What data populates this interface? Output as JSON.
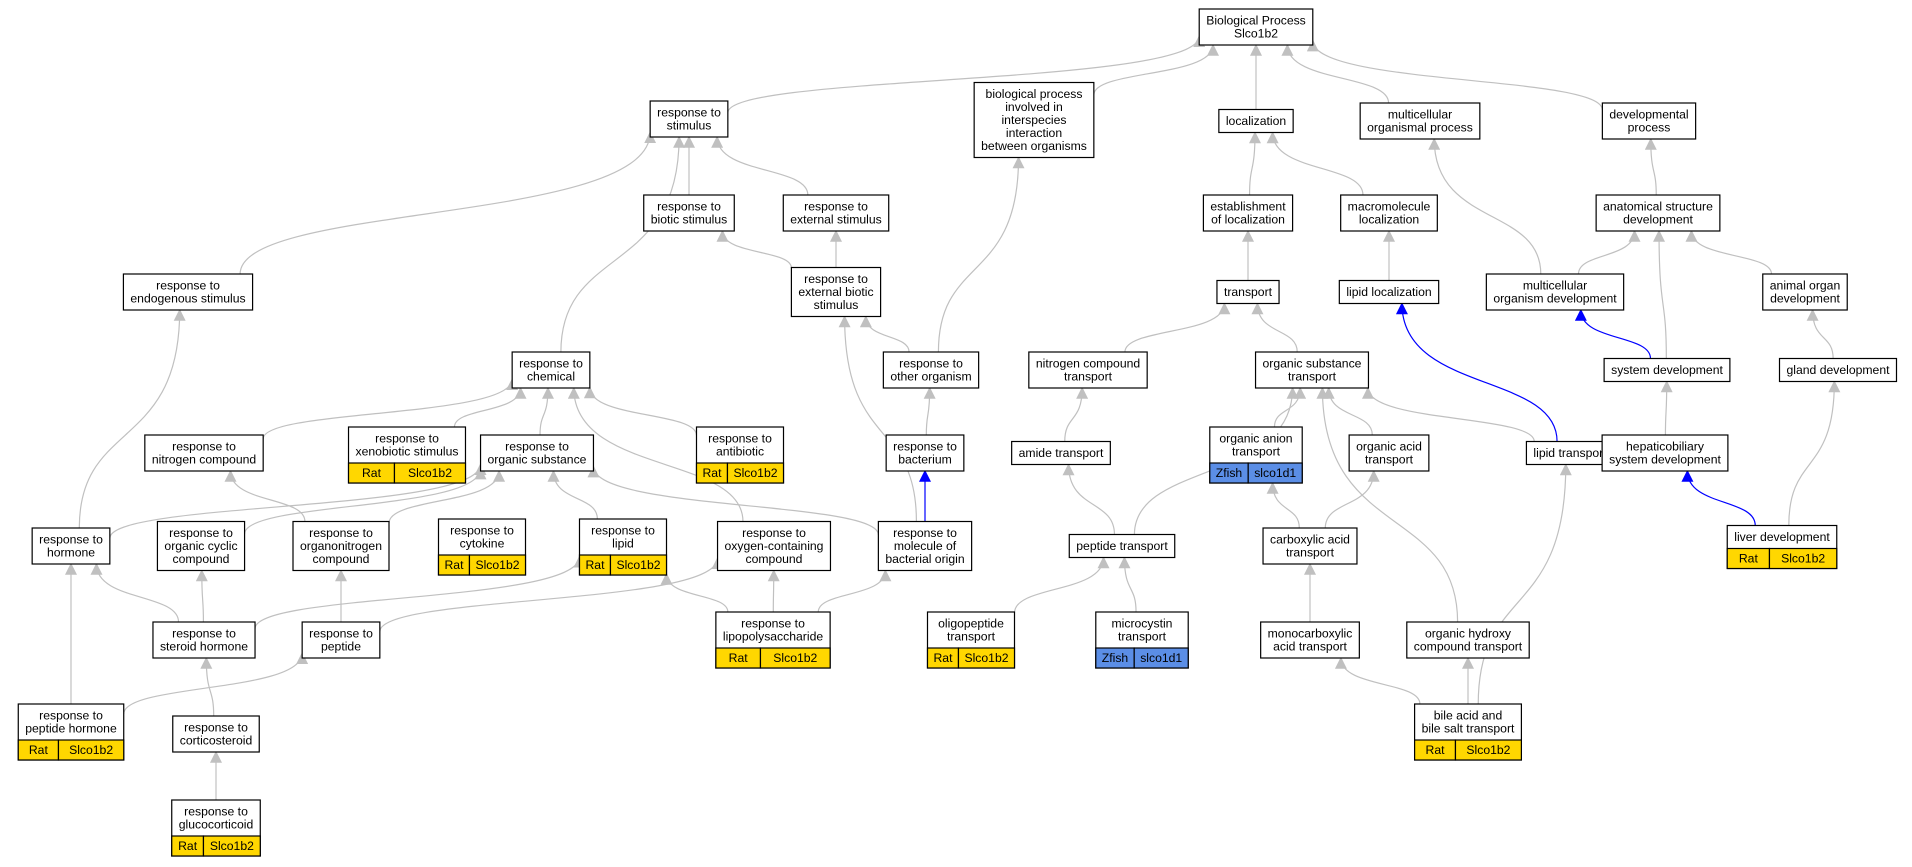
{
  "colors": {
    "edge_default": "#c0c0c0",
    "edge_highlight": "#0000ff",
    "badge_rat": "#ffd700",
    "badge_zfish": "#5b8ee6"
  },
  "nodes": [
    {
      "id": "bp",
      "lines": [
        "Biological Process",
        "Slco1b2"
      ]
    },
    {
      "id": "stim",
      "lines": [
        "response to",
        "stimulus"
      ]
    },
    {
      "id": "interspecies",
      "lines": [
        "biological process",
        "involved in",
        "interspecies",
        "interaction",
        "between organisms"
      ]
    },
    {
      "id": "localization",
      "lines": [
        "localization"
      ]
    },
    {
      "id": "multicell",
      "lines": [
        "multicellular",
        "organismal process"
      ]
    },
    {
      "id": "devproc",
      "lines": [
        "developmental",
        "process"
      ]
    },
    {
      "id": "biotic",
      "lines": [
        "response to",
        "biotic stimulus"
      ]
    },
    {
      "id": "external",
      "lines": [
        "response to",
        "external stimulus"
      ]
    },
    {
      "id": "estloc",
      "lines": [
        "establishment",
        "of localization"
      ]
    },
    {
      "id": "macroloc",
      "lines": [
        "macromolecule",
        "localization"
      ]
    },
    {
      "id": "anatdev",
      "lines": [
        "anatomical structure",
        "development"
      ]
    },
    {
      "id": "endo",
      "lines": [
        "response to",
        "endogenous stimulus"
      ]
    },
    {
      "id": "extbiotic",
      "lines": [
        "response to",
        "external biotic",
        "stimulus"
      ]
    },
    {
      "id": "transport",
      "lines": [
        "transport"
      ]
    },
    {
      "id": "lipidloc",
      "lines": [
        "lipid localization"
      ]
    },
    {
      "id": "multidev",
      "lines": [
        "multicellular",
        "organism development"
      ]
    },
    {
      "id": "animaldev",
      "lines": [
        "animal organ",
        "development"
      ]
    },
    {
      "id": "chemical",
      "lines": [
        "response to",
        "chemical"
      ]
    },
    {
      "id": "otherorg",
      "lines": [
        "response to",
        "other organism"
      ]
    },
    {
      "id": "nitrotrans",
      "lines": [
        "nitrogen compound",
        "transport"
      ]
    },
    {
      "id": "orgsubtrans",
      "lines": [
        "organic substance",
        "transport"
      ]
    },
    {
      "id": "sysdev",
      "lines": [
        "system development"
      ]
    },
    {
      "id": "glanddev",
      "lines": [
        "gland development"
      ]
    },
    {
      "id": "nitrocomp",
      "lines": [
        "response to",
        "nitrogen compound"
      ]
    },
    {
      "id": "xeno",
      "lines": [
        "response to",
        "xenobiotic stimulus"
      ],
      "badge": {
        "species": "Rat",
        "gene": "Slco1b2"
      }
    },
    {
      "id": "orgsub",
      "lines": [
        "response to",
        "organic substance"
      ]
    },
    {
      "id": "antibiotic",
      "lines": [
        "response to",
        "antibiotic"
      ],
      "badge": {
        "species": "Rat",
        "gene": "Slco1b2"
      }
    },
    {
      "id": "bacterium",
      "lines": [
        "response to",
        "bacterium"
      ]
    },
    {
      "id": "amide",
      "lines": [
        "amide transport"
      ]
    },
    {
      "id": "organion",
      "lines": [
        "organic anion",
        "transport"
      ],
      "badge": {
        "species": "Zfish",
        "gene": "slco1d1"
      }
    },
    {
      "id": "orgacid",
      "lines": [
        "organic acid",
        "transport"
      ]
    },
    {
      "id": "lipidtrans",
      "lines": [
        "lipid transport"
      ]
    },
    {
      "id": "hepato",
      "lines": [
        "hepaticobiliary",
        "system development"
      ]
    },
    {
      "id": "hormone",
      "lines": [
        "response to",
        "hormone"
      ]
    },
    {
      "id": "orgcyclic",
      "lines": [
        "response to",
        "organic cyclic",
        "compound"
      ]
    },
    {
      "id": "organonitro",
      "lines": [
        "response to",
        "organonitrogen",
        "compound"
      ]
    },
    {
      "id": "cytokine",
      "lines": [
        "response to",
        "cytokine"
      ],
      "badge": {
        "species": "Rat",
        "gene": "Slco1b2"
      }
    },
    {
      "id": "lipid",
      "lines": [
        "response to",
        "lipid"
      ],
      "badge": {
        "species": "Rat",
        "gene": "Slco1b2"
      }
    },
    {
      "id": "oxygen",
      "lines": [
        "response to",
        "oxygen-containing",
        "compound"
      ]
    },
    {
      "id": "bactorigin",
      "lines": [
        "response to",
        "molecule of",
        "bacterial origin"
      ]
    },
    {
      "id": "peptidetrans",
      "lines": [
        "peptide transport"
      ]
    },
    {
      "id": "carboxylic",
      "lines": [
        "carboxylic acid",
        "transport"
      ]
    },
    {
      "id": "liverdev",
      "lines": [
        "liver development"
      ],
      "badge": {
        "species": "Rat",
        "gene": "Slco1b2"
      }
    },
    {
      "id": "steroid",
      "lines": [
        "response to",
        "steroid hormone"
      ]
    },
    {
      "id": "peptide",
      "lines": [
        "response to",
        "peptide"
      ]
    },
    {
      "id": "lps",
      "lines": [
        "response to",
        "lipopolysaccharide"
      ],
      "badge": {
        "species": "Rat",
        "gene": "Slco1b2"
      }
    },
    {
      "id": "oligo",
      "lines": [
        "oligopeptide",
        "transport"
      ],
      "badge": {
        "species": "Rat",
        "gene": "Slco1b2"
      }
    },
    {
      "id": "microcystin",
      "lines": [
        "microcystin",
        "transport"
      ],
      "badge": {
        "species": "Zfish",
        "gene": "slco1d1"
      }
    },
    {
      "id": "monocarb",
      "lines": [
        "monocarboxylic",
        "acid transport"
      ]
    },
    {
      "id": "orghydroxy",
      "lines": [
        "organic hydroxy",
        "compound transport"
      ]
    },
    {
      "id": "peptidehorm",
      "lines": [
        "response to",
        "peptide hormone"
      ],
      "badge": {
        "species": "Rat",
        "gene": "Slco1b2"
      }
    },
    {
      "id": "cortico",
      "lines": [
        "response to",
        "corticosteroid"
      ]
    },
    {
      "id": "bileacid",
      "lines": [
        "bile acid and",
        "bile salt transport"
      ],
      "badge": {
        "species": "Rat",
        "gene": "Slco1b2"
      }
    },
    {
      "id": "gluco",
      "lines": [
        "response to",
        "glucocorticoid"
      ],
      "badge": {
        "species": "Rat",
        "gene": "Slco1b2"
      }
    }
  ],
  "edges": [
    {
      "from": "stim",
      "to": "bp"
    },
    {
      "from": "interspecies",
      "to": "bp"
    },
    {
      "from": "localization",
      "to": "bp"
    },
    {
      "from": "multicell",
      "to": "bp"
    },
    {
      "from": "devproc",
      "to": "bp"
    },
    {
      "from": "biotic",
      "to": "stim"
    },
    {
      "from": "external",
      "to": "stim"
    },
    {
      "from": "endo",
      "to": "stim"
    },
    {
      "from": "chemical",
      "to": "stim"
    },
    {
      "from": "extbiotic",
      "to": "biotic"
    },
    {
      "from": "extbiotic",
      "to": "external"
    },
    {
      "from": "otherorg",
      "to": "extbiotic"
    },
    {
      "from": "otherorg",
      "to": "interspecies"
    },
    {
      "from": "bacterium",
      "to": "otherorg"
    },
    {
      "from": "bactorigin",
      "to": "bacterium",
      "highlight": true
    },
    {
      "from": "bactorigin",
      "to": "extbiotic"
    },
    {
      "from": "bactorigin",
      "to": "orgsub"
    },
    {
      "from": "lps",
      "to": "bactorigin"
    },
    {
      "from": "lps",
      "to": "oxygen"
    },
    {
      "from": "lps",
      "to": "lipid"
    },
    {
      "from": "estloc",
      "to": "localization"
    },
    {
      "from": "macroloc",
      "to": "localization"
    },
    {
      "from": "transport",
      "to": "estloc"
    },
    {
      "from": "lipidloc",
      "to": "macroloc"
    },
    {
      "from": "nitrotrans",
      "to": "transport"
    },
    {
      "from": "orgsubtrans",
      "to": "transport"
    },
    {
      "from": "amide",
      "to": "nitrotrans"
    },
    {
      "from": "peptidetrans",
      "to": "amide"
    },
    {
      "from": "peptidetrans",
      "to": "orgsubtrans"
    },
    {
      "from": "oligo",
      "to": "peptidetrans"
    },
    {
      "from": "microcystin",
      "to": "peptidetrans"
    },
    {
      "from": "organion",
      "to": "orgsubtrans"
    },
    {
      "from": "orgacid",
      "to": "orgsubtrans"
    },
    {
      "from": "carboxylic",
      "to": "organion"
    },
    {
      "from": "carboxylic",
      "to": "orgacid"
    },
    {
      "from": "monocarb",
      "to": "carboxylic"
    },
    {
      "from": "bileacid",
      "to": "monocarb"
    },
    {
      "from": "bileacid",
      "to": "orghydroxy"
    },
    {
      "from": "bileacid",
      "to": "lipidtrans"
    },
    {
      "from": "orghydroxy",
      "to": "orgsubtrans"
    },
    {
      "from": "lipidtrans",
      "to": "orgsubtrans"
    },
    {
      "from": "lipidtrans",
      "to": "lipidloc",
      "highlight": true
    },
    {
      "from": "anatdev",
      "to": "devproc"
    },
    {
      "from": "multidev",
      "to": "multicell"
    },
    {
      "from": "multidev",
      "to": "anatdev"
    },
    {
      "from": "animaldev",
      "to": "anatdev"
    },
    {
      "from": "sysdev",
      "to": "multidev",
      "highlight": true
    },
    {
      "from": "sysdev",
      "to": "anatdev"
    },
    {
      "from": "hepato",
      "to": "sysdev"
    },
    {
      "from": "liverdev",
      "to": "hepato",
      "highlight": true
    },
    {
      "from": "liverdev",
      "to": "glanddev"
    },
    {
      "from": "glanddev",
      "to": "animaldev"
    },
    {
      "from": "nitrocomp",
      "to": "chemical"
    },
    {
      "from": "xeno",
      "to": "chemical"
    },
    {
      "from": "orgsub",
      "to": "chemical"
    },
    {
      "from": "antibiotic",
      "to": "chemical"
    },
    {
      "from": "oxygen",
      "to": "chemical"
    },
    {
      "from": "hormone",
      "to": "endo"
    },
    {
      "from": "hormone",
      "to": "orgsub"
    },
    {
      "from": "orgcyclic",
      "to": "orgsub"
    },
    {
      "from": "organonitro",
      "to": "orgsub"
    },
    {
      "from": "organonitro",
      "to": "nitrocomp"
    },
    {
      "from": "lipid",
      "to": "orgsub"
    },
    {
      "from": "steroid",
      "to": "hormone"
    },
    {
      "from": "steroid",
      "to": "orgcyclic"
    },
    {
      "from": "steroid",
      "to": "lipid"
    },
    {
      "from": "peptide",
      "to": "organonitro"
    },
    {
      "from": "peptide",
      "to": "oxygen"
    },
    {
      "from": "peptidehorm",
      "to": "hormone"
    },
    {
      "from": "peptidehorm",
      "to": "peptide"
    },
    {
      "from": "cortico",
      "to": "steroid"
    },
    {
      "from": "gluco",
      "to": "cortico"
    }
  ]
}
